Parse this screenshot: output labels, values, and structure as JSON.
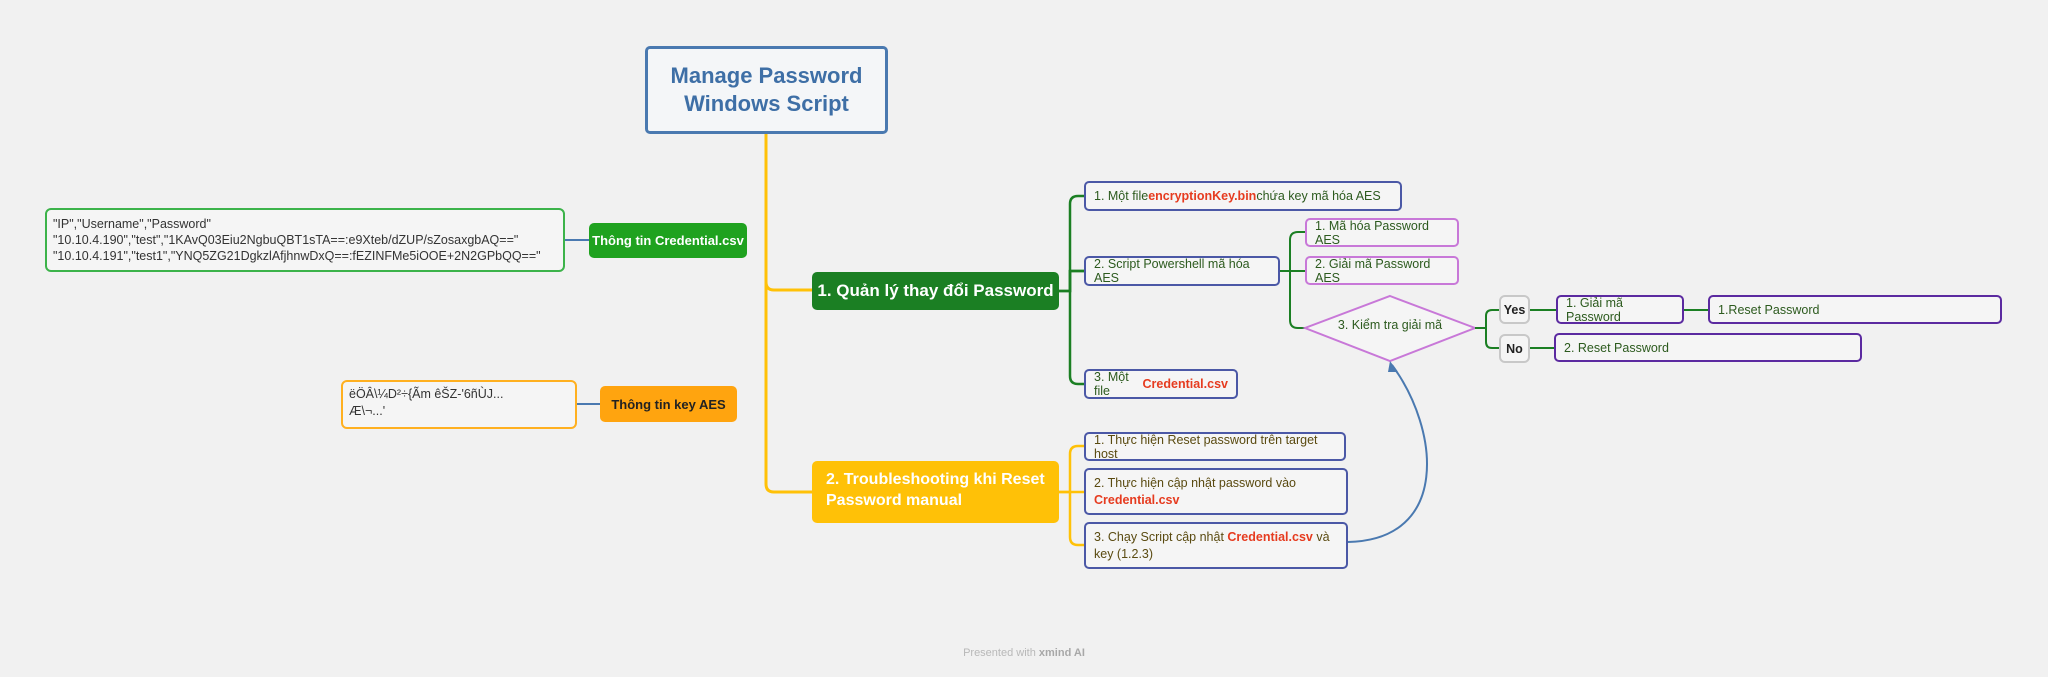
{
  "center": {
    "line1": "Manage Password",
    "line2": "Windows Script"
  },
  "branch1": {
    "title": "1. Quản lý thay đổi Password",
    "item1": {
      "pre": "1. Một file ",
      "file": "encryptionKey.bin",
      "post": " chứa key mã hóa AES"
    },
    "item2": {
      "label": "2. Script Powershell mã hóa AES"
    },
    "item3": {
      "pre": "3. Một file ",
      "file": "Credential.csv"
    },
    "sub1": "1. Mã hóa Password AES",
    "sub2": "2. Giải mã Password AES",
    "decision": "3. Kiểm tra giải mã",
    "yes": "Yes",
    "no": "No",
    "yes_step": "1. Giải mã Password",
    "yes_result": "1.Reset Password",
    "no_step": "2. Reset Password"
  },
  "branch2": {
    "title_line1": "2. Troubleshooting khi Reset",
    "title_line2": "Password manual",
    "item1": "1. Thực hiện Reset password trên target host",
    "item2": {
      "line1": "2. Thực hiện cập nhật password vào",
      "file": "Credential.csv"
    },
    "item3": {
      "pre": "3. Chạy Script cập nhật ",
      "file": "Credential.csv",
      "post": " và",
      "line2": "key (1.2.3)"
    }
  },
  "credential": {
    "label": "Thông tin Credential.csv",
    "lines": [
      "\"IP\",\"Username\",\"Password\"",
      "\"10.10.4.190\",\"test\",\"1KAvQ03Eiu2NgbuQBT1sTA==:e9Xteb/dZUP/sZosaxgbAQ==\"",
      "\"10.10.4.191\",\"test1\",\"YNQ5ZG21DgkzlAfjhnwDxQ==:fEZINFMe5iOOE+2N2GPbQQ==\""
    ]
  },
  "aes": {
    "label": "Thông tin key AES",
    "lines": [
      "ëÖÂ\\¼D²÷{Ãm êŠZ-'6ñÙJ...",
      "Æ\\¬...'"
    ]
  },
  "footer": {
    "text": "Presented with ",
    "brand": "xmind AI"
  },
  "colors": {
    "green": "#1b7f23",
    "yellow": "#ffc107",
    "blue": "#4a79b0",
    "red": "#e63b1f"
  }
}
